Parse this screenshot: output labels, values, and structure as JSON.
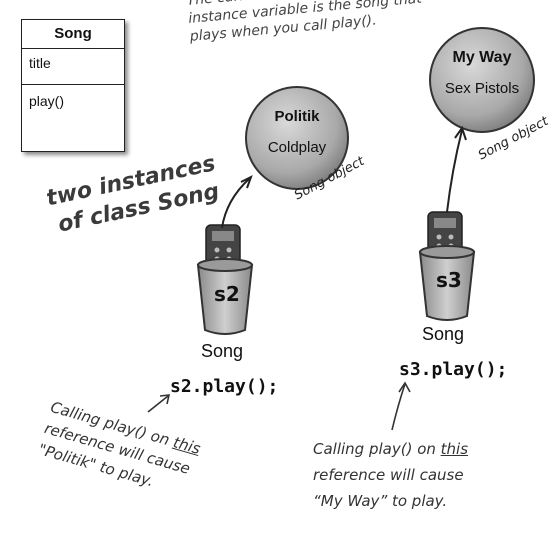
{
  "uml": {
    "class_name": "Song",
    "attribute": "title",
    "method": "play()"
  },
  "top_note": {
    "line1": "The current value of the",
    "line2": "instance variable is the song that",
    "line3": "plays when you call play()."
  },
  "heading": {
    "line1": "two instances",
    "line2": "of class Song"
  },
  "objects": [
    {
      "title": "Politik",
      "artist": "Coldplay",
      "label": "Song object"
    },
    {
      "title": "My Way",
      "artist": "Sex Pistols",
      "label": "Song object"
    }
  ],
  "refs": [
    {
      "name": "s2",
      "type": "Song",
      "call": "s2.play();"
    },
    {
      "name": "s3",
      "type": "Song",
      "call": "s3.play();"
    }
  ],
  "note_left": {
    "l1a": "Calling play() on ",
    "l1b": "this",
    "l2": "reference will cause",
    "l3": "\"Politik\" to play."
  },
  "note_right": {
    "l1a": "Calling play() on ",
    "l1b": "this",
    "l2": "reference will cause",
    "l3": "“My Way” to play."
  }
}
